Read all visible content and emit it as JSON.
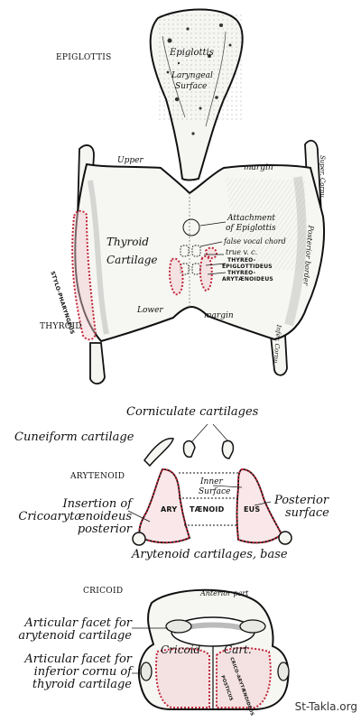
{
  "sections": {
    "epiglottis": "EPIGLOTTIS",
    "thyroid": "THYROID",
    "arytenoid": "ARYTENOID",
    "cricoid": "CRICOID"
  },
  "epiglottis_labels": {
    "epiglottis": "Epiglottis",
    "laryngeal": "Laryngeal",
    "surface": "Surface"
  },
  "thyroid_labels": {
    "upper_margin_1": "Upper",
    "upper_margin_2": "margin",
    "lower_margin_1": "Lower",
    "lower_margin_2": "margin",
    "thyroid": "Thyroid",
    "cartilage": "Cartilage",
    "attachment_1": "Attachment",
    "attachment_2": "of Epiglottis",
    "false_cord": "false vocal chord",
    "true_cord": "true v. c.",
    "thyreo_epiglottideus_1": "THYREO-",
    "thyreo_epiglottideus_2": "EPIGLOTTIDEUS",
    "thyreo_arytaenoideus_1": "THYREO-",
    "thyreo_arytaenoideus_2": "ARYTÆNOIDEUS",
    "stylo_pharyngeus": "STYLO-PHARYNGEUS",
    "superior_cornu": "Super. Cornu",
    "posterior_border": "Posterior border",
    "inferior_cornu": "Infer. Cornu"
  },
  "arytenoid_labels": {
    "corniculate": "Corniculate cartilages",
    "cuneiform": "Cuneiform cartilage",
    "inner_surface_1": "Inner",
    "inner_surface_2": "Surface",
    "insertion_1": "Insertion of",
    "insertion_2": "Cricoarytænoideus",
    "insertion_3": "posterior",
    "posterior_surface_1": "Posterior",
    "posterior_surface_2": "surface",
    "arytaenoideus_left": "ARY",
    "arytaenoideus_mid": "TÆNOID",
    "arytaenoideus_right": "EUS",
    "bases": "Arytenoid cartilages, base"
  },
  "cricoid_labels": {
    "articular_arytenoid_1": "Articular facet for",
    "articular_arytenoid_2": "arytenoid cartilage",
    "articular_inferior_1": "Articular facet for",
    "articular_inferior_2": "inferior cornu of",
    "articular_inferior_3": "thyroid cartilage",
    "anterior_part": "Anterior part",
    "cricoid_word": "Cricoid",
    "cart_word": "Cart.",
    "crico_arytaenoideus": "CRICO-ARYTÆNOIDEUS",
    "posticus": "POSTICUS"
  },
  "watermark": "St-Takla.org",
  "colors": {
    "ink": "#111111",
    "muscle_outline": "#c0283a",
    "muscle_fill": "#f2c9cf",
    "cartilage_fill": "#f7f7f5",
    "shade": "#bdbdbd"
  }
}
